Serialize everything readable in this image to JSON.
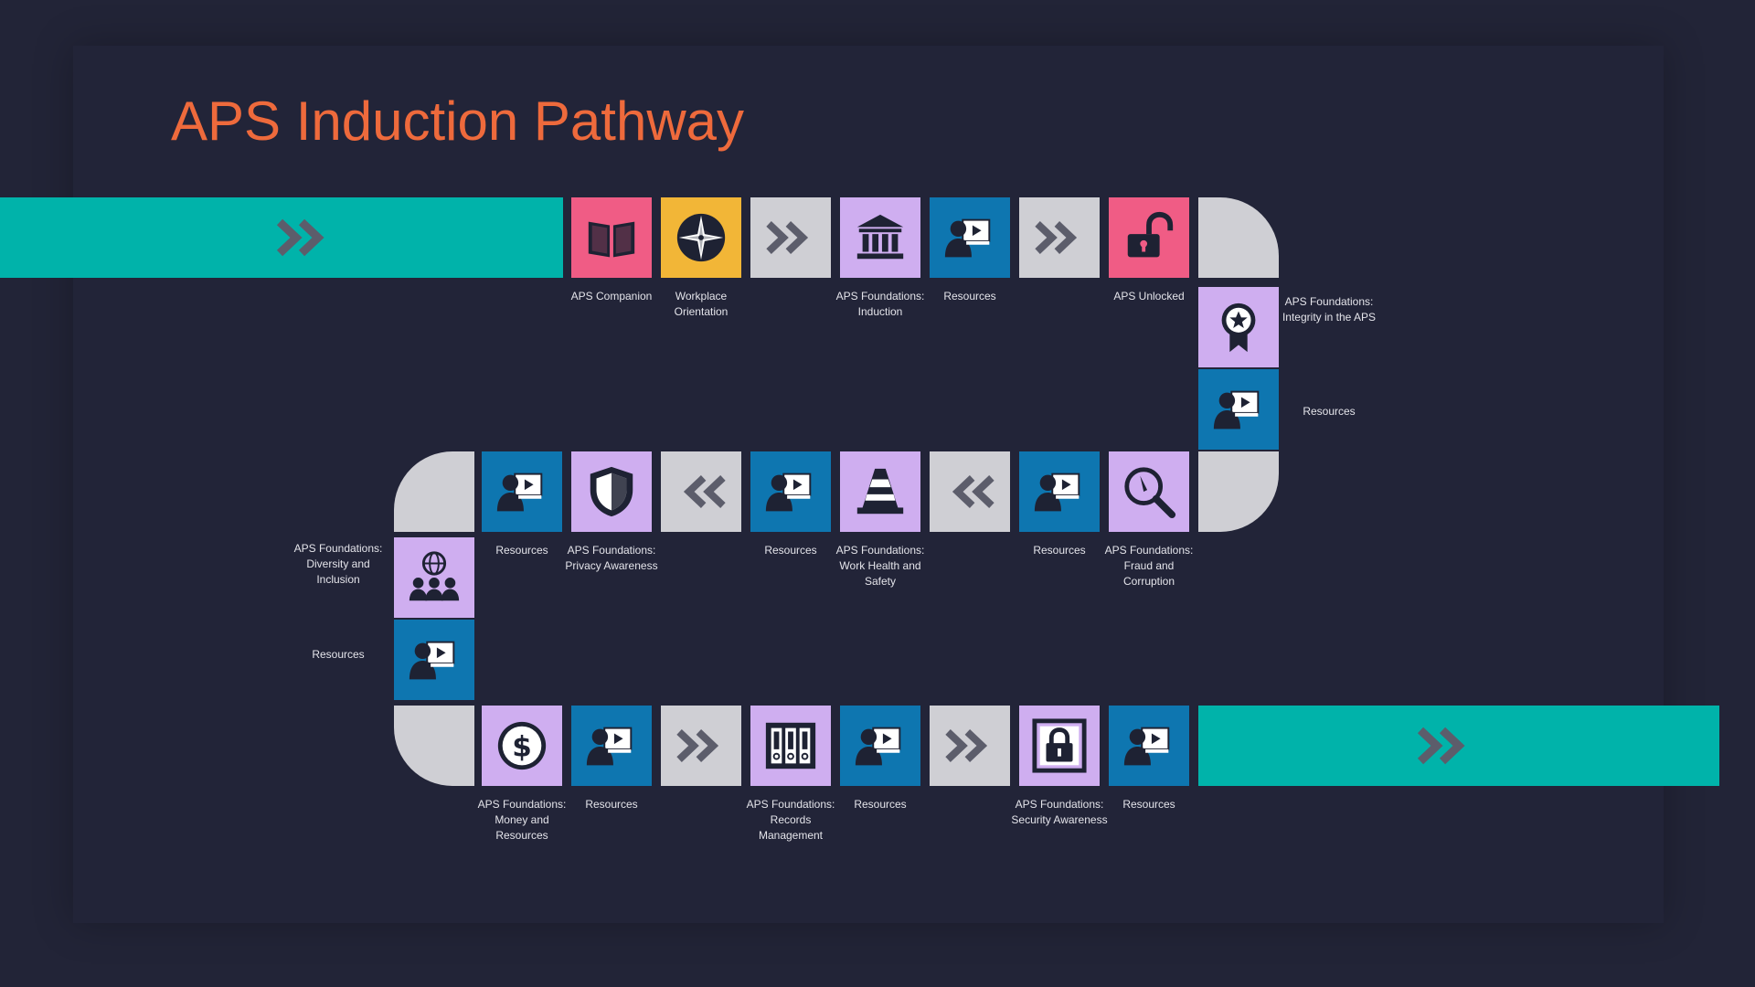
{
  "title": "APS Induction Pathway",
  "colors": {
    "background": "#222437",
    "title": "#ee6a3c",
    "teal": "#00b3aa",
    "pink": "#f05c85",
    "yellow": "#f2b637",
    "grey": "#cfcfd4",
    "lilac": "#cfaef0",
    "blue": "#0e76b0"
  },
  "row1": {
    "start_bar_icon": "double-chevron-right-icon",
    "items": [
      {
        "label": "APS Companion",
        "icon": "open-book-icon",
        "color": "pink"
      },
      {
        "label": "Workplace Orientation",
        "icon": "compass-icon",
        "color": "yellow"
      },
      {
        "label": "",
        "icon": "double-chevron-right-icon",
        "color": "grey"
      },
      {
        "label": "APS Foundations: Induction",
        "icon": "government-building-icon",
        "color": "lilac"
      },
      {
        "label": "Resources",
        "icon": "presenter-screen-icon",
        "color": "blue"
      },
      {
        "label": "",
        "icon": "double-chevron-right-icon",
        "color": "grey"
      },
      {
        "label": "APS Unlocked",
        "icon": "unlocked-padlock-icon",
        "color": "pink"
      }
    ]
  },
  "right_column": {
    "items": [
      {
        "label": "APS Foundations: Integrity in the APS",
        "icon": "award-ribbon-icon",
        "color": "lilac"
      },
      {
        "label": "Resources",
        "icon": "presenter-screen-icon",
        "color": "blue"
      }
    ]
  },
  "row2": {
    "items": [
      {
        "label": "Resources",
        "icon": "presenter-screen-icon",
        "color": "blue"
      },
      {
        "label": "APS Foundations: Privacy Awareness",
        "icon": "shield-icon",
        "color": "lilac"
      },
      {
        "label": "",
        "icon": "double-chevron-left-icon",
        "color": "grey"
      },
      {
        "label": "Resources",
        "icon": "presenter-screen-icon",
        "color": "blue"
      },
      {
        "label": "APS Foundations: Work Health and Safety",
        "icon": "traffic-cone-icon",
        "color": "lilac"
      },
      {
        "label": "",
        "icon": "double-chevron-left-icon",
        "color": "grey"
      },
      {
        "label": "Resources",
        "icon": "presenter-screen-icon",
        "color": "blue"
      },
      {
        "label": "APS Foundations: Fraud and Corruption",
        "icon": "magnifier-icon",
        "color": "lilac"
      }
    ]
  },
  "left_column": {
    "items": [
      {
        "label": "APS Foundations: Diversity and Inclusion",
        "icon": "globe-people-icon",
        "color": "lilac"
      },
      {
        "label": "Resources",
        "icon": "presenter-screen-icon",
        "color": "blue"
      }
    ]
  },
  "row3": {
    "items": [
      {
        "label": "APS Foundations: Money and Resources",
        "icon": "dollar-coin-icon",
        "color": "lilac"
      },
      {
        "label": "Resources",
        "icon": "presenter-screen-icon",
        "color": "blue"
      },
      {
        "label": "",
        "icon": "double-chevron-right-icon",
        "color": "grey"
      },
      {
        "label": "APS Foundations: Records Management",
        "icon": "binders-icon",
        "color": "lilac"
      },
      {
        "label": "Resources",
        "icon": "presenter-screen-icon",
        "color": "blue"
      },
      {
        "label": "",
        "icon": "double-chevron-right-icon",
        "color": "grey"
      },
      {
        "label": "APS Foundations: Security Awareness",
        "icon": "secure-lock-icon",
        "color": "lilac"
      },
      {
        "label": "Resources",
        "icon": "presenter-screen-icon",
        "color": "blue"
      }
    ],
    "end_bar_icon": "double-chevron-right-icon"
  }
}
